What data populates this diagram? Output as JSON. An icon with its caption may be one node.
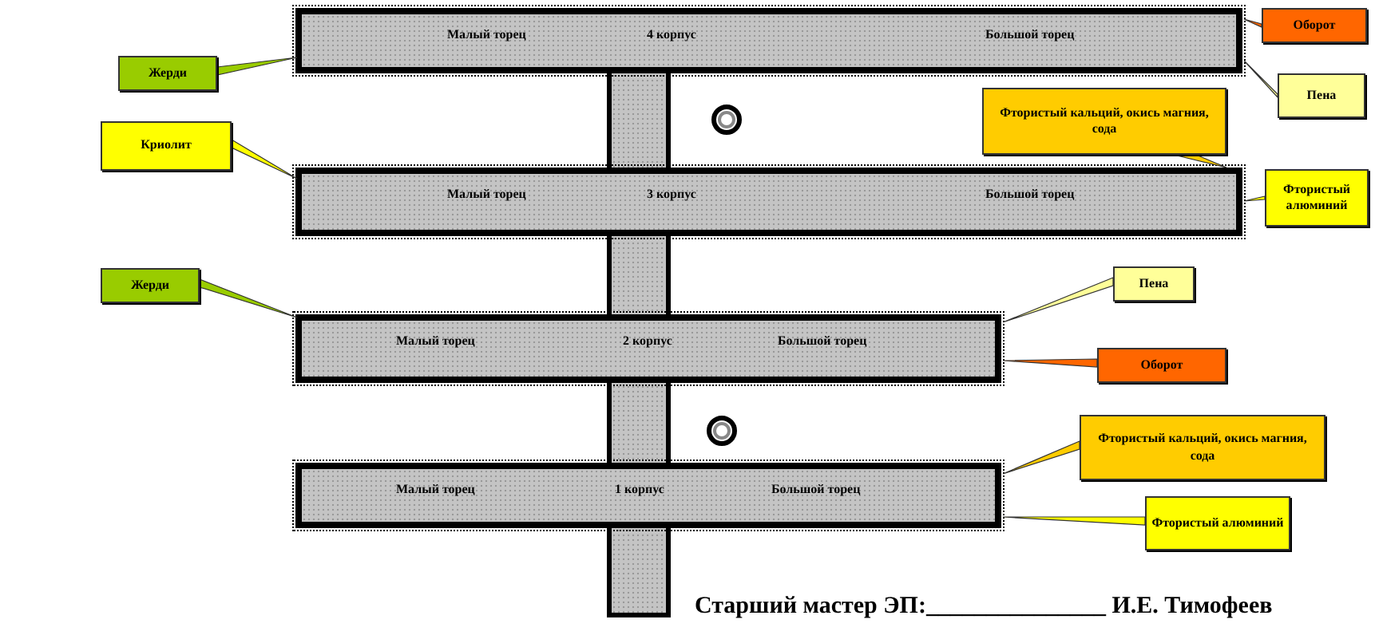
{
  "diagram": {
    "nodes": [
      {
        "text": [
          "Малый торец",
          "4 корпус",
          "Большой торец"
        ]
      },
      {
        "text": [
          "Малый торец",
          "3 корпус",
          "Большой торец"
        ]
      },
      {
        "text": [
          "Малый торец",
          "2 корпус",
          "Большой торец"
        ]
      },
      {
        "text": [
          "Малый торец",
          "1 корпус",
          "Большой торец"
        ]
      },
      {
        "text": [
          "Жерди"
        ]
      },
      {
        "text": [
          "Оборот"
        ]
      },
      {
        "text": [
          "Пена"
        ]
      },
      {
        "text": [
          "Криолит"
        ]
      },
      {
        "text": [
          "Фтористый кальций, окись магния, сода"
        ]
      },
      {
        "text": [
          "Фтористый алюминий"
        ]
      },
      {
        "text": [
          "Жерди"
        ]
      },
      {
        "text": [
          "Пена"
        ]
      },
      {
        "text": [
          "Оборот"
        ]
      },
      {
        "text": [
          "Фтористый кальций, окись магния, сода"
        ]
      },
      {
        "text": [
          "Фтористый алюминий"
        ]
      }
    ],
    "edges": [
      {
        "from": 4,
        "to": 0,
        "arrow": "none"
      },
      {
        "from": 5,
        "to": 0,
        "arrow": "none"
      },
      {
        "from": 6,
        "to": 0,
        "arrow": "none"
      },
      {
        "from": 7,
        "to": 1,
        "arrow": "none"
      },
      {
        "from": 8,
        "to": 1,
        "arrow": "none"
      },
      {
        "from": 9,
        "to": 1,
        "arrow": "none"
      },
      {
        "from": 10,
        "to": 2,
        "arrow": "none"
      },
      {
        "from": 11,
        "to": 2,
        "arrow": "none"
      },
      {
        "from": 12,
        "to": 2,
        "arrow": "none"
      },
      {
        "from": 13,
        "to": 3,
        "arrow": "none"
      },
      {
        "from": 14,
        "to": 3,
        "arrow": "none"
      }
    ],
    "labels": [
      "Старший мастер ЭП:_______________ И.Е. Тимофеев"
    ]
  }
}
